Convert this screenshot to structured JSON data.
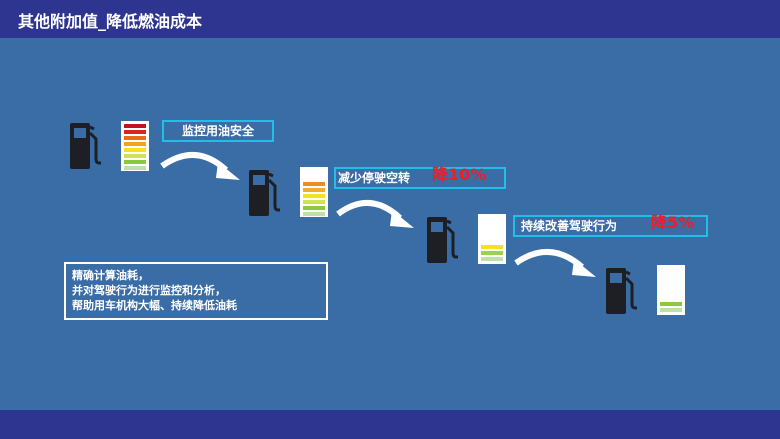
{
  "header": {
    "title": "其他附加值_降低燃油成本"
  },
  "colors": {
    "background": "#3a6da6",
    "bar": "#2d3590",
    "box_border": "#1ec0e8",
    "percent": "#e8202a"
  },
  "steps": [
    {
      "label": "监控用油安全",
      "percent": "",
      "icon": "fuel-pump-icon",
      "gauge_colors": [
        "#c8101e",
        "#d8261e",
        "#ee6a1a",
        "#f4a21e",
        "#f6e21c",
        "#cfe254",
        "#8cc83c",
        "#bfe0a8"
      ]
    },
    {
      "label": "减少停驶空转",
      "percent": "降10%",
      "icon": "fuel-pump-icon",
      "gauge_colors": [
        "#ee8a1e",
        "#f4aa2a",
        "#f6e21c",
        "#cfe254",
        "#8cc83c",
        "#bfe0a8"
      ]
    },
    {
      "label": "持续改善驾驶行为",
      "percent": "降5%",
      "icon": "fuel-pump-icon",
      "gauge_colors": [
        "#f6e21c",
        "#9cd050",
        "#bfe0a8"
      ]
    },
    {
      "label": "",
      "percent": "",
      "icon": "fuel-pump-icon",
      "gauge_colors": [
        "#8cc83c",
        "#bfe0a8"
      ]
    }
  ],
  "summary": {
    "line1": "精确计算油耗，",
    "line2": "并对驾驶行为进行监控和分析，",
    "line3": "帮助用车机构大幅、持续降低油耗"
  }
}
